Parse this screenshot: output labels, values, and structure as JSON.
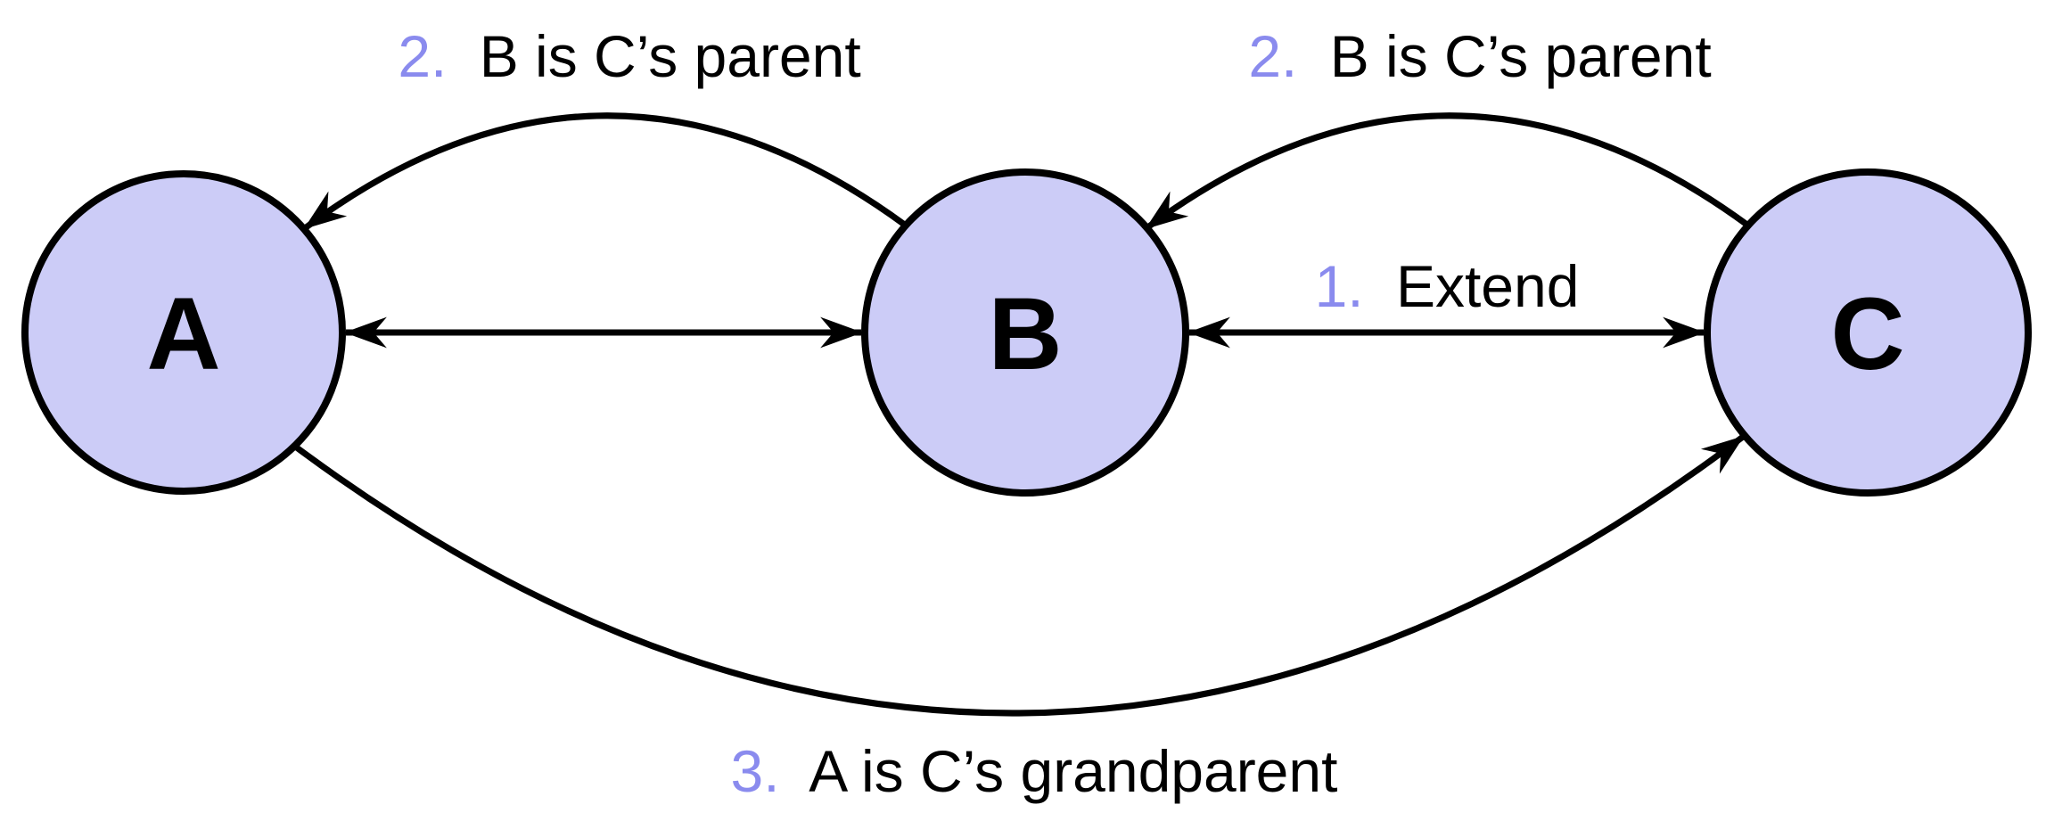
{
  "colors": {
    "background": "#ffffff",
    "node_fill": "#ccccf7",
    "node_stroke": "#000000",
    "edge_stroke": "#000000",
    "accent_number": "#8a8bee"
  },
  "nodes": {
    "a": {
      "label": "A"
    },
    "b": {
      "label": "B"
    },
    "c": {
      "label": "C"
    }
  },
  "labels": {
    "top_left": {
      "number": "2.",
      "text": "B is C’s parent"
    },
    "top_right": {
      "number": "2.",
      "text": "B is C’s parent"
    },
    "extend": {
      "number": "1.",
      "text": "Extend"
    },
    "bottom": {
      "number": "3.",
      "text": "A is C’s grandparent"
    }
  }
}
